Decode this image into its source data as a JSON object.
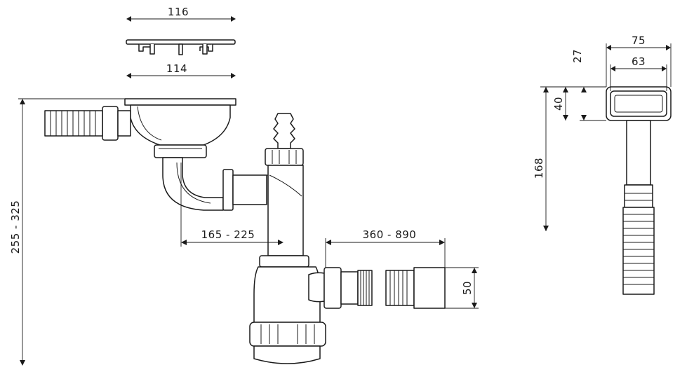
{
  "dimensions": {
    "overflow_cap_width": "116",
    "overflow_cap_inner": "114",
    "total_height": "255 - 325",
    "outlet_offset": "165 - 225",
    "connector_length": "360 - 890",
    "outlet_diameter": "50",
    "overflow_width": "75",
    "overflow_inner_width": "63",
    "overflow_depth": "27",
    "overflow_height": "40",
    "overflow_total_height": "168"
  },
  "colors": {
    "line": "#1a1a1a",
    "background": "#ffffff"
  }
}
